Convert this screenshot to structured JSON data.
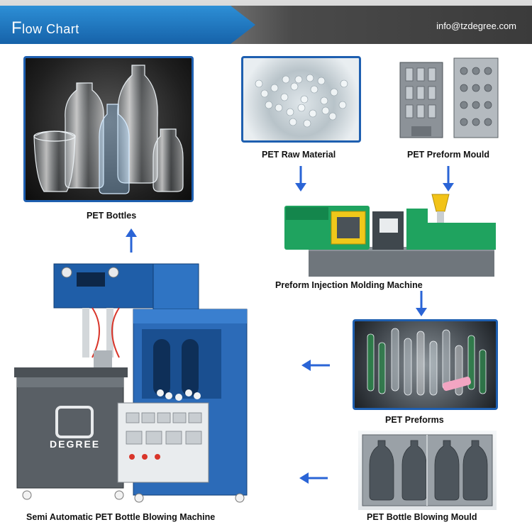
{
  "header": {
    "title_first": "F",
    "title_rest": "low Chart",
    "email": "info@tzdegree.com"
  },
  "nodes": {
    "pet_bottles": "PET Bottles",
    "raw_material": "PET Raw Material",
    "preform_mould": "PET Preform Mould",
    "injection_machine": "Preform Injection Molding Machine",
    "preforms": "PET Preforms",
    "blowing_mould": "PET Bottle Blowing Mould",
    "blowing_machine": "Semi Automatic PET Bottle Blowing Machine"
  },
  "machine_logo": {
    "brand": "DEGREE"
  },
  "colors": {
    "accent_blue": "#1e5fb0",
    "arrow_blue": "#2a64d6",
    "header_gray": "#3b3b3b"
  }
}
